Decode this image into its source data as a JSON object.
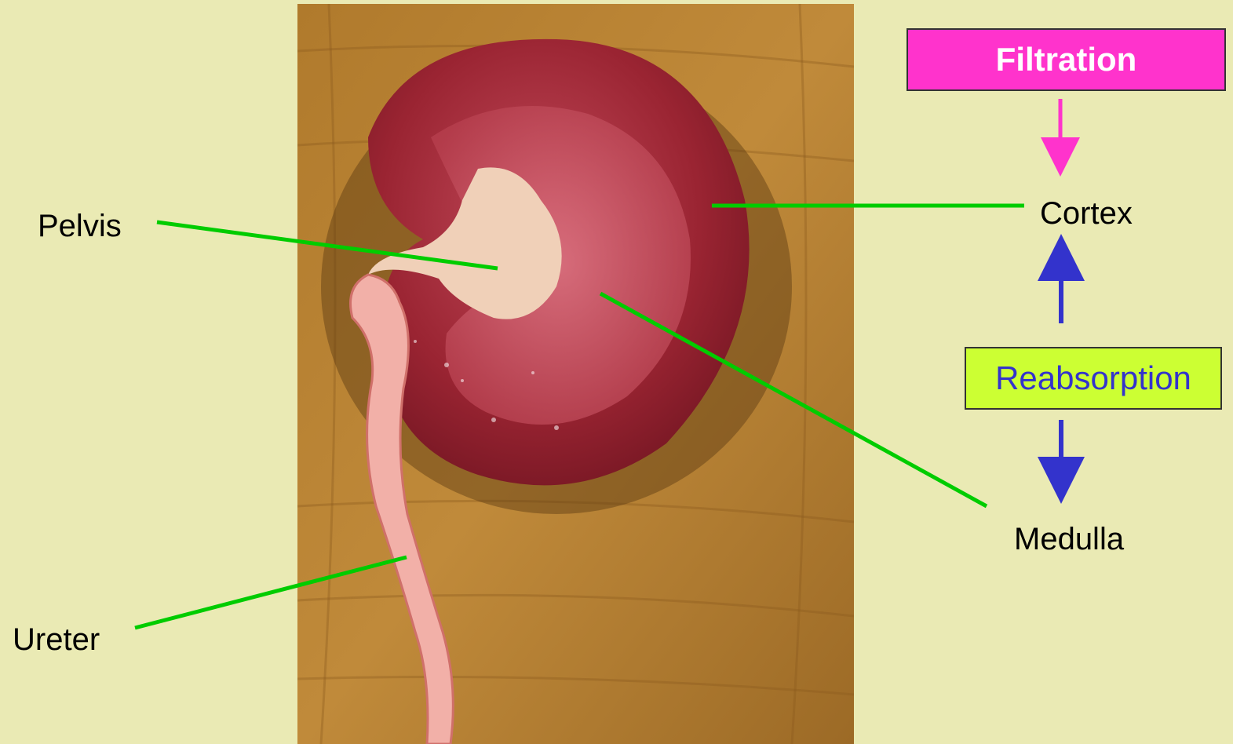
{
  "colors": {
    "background": "#eaeab4",
    "leader_line": "#00cc00",
    "filtration_box": "#ff33cc",
    "filtration_arrow": "#ff33cc",
    "reabsorption_box": "#ccff33",
    "reabsorption_text": "#3333cc",
    "reabsorption_arrow": "#3333cc"
  },
  "labels": {
    "pelvis": "Pelvis",
    "ureter": "Ureter",
    "cortex": "Cortex",
    "medulla": "Medulla"
  },
  "process": {
    "filtration": "Filtration",
    "reabsorption": "Reabsorption"
  },
  "photo": {
    "subject": "dissected kidney with ureter on wooden board"
  }
}
